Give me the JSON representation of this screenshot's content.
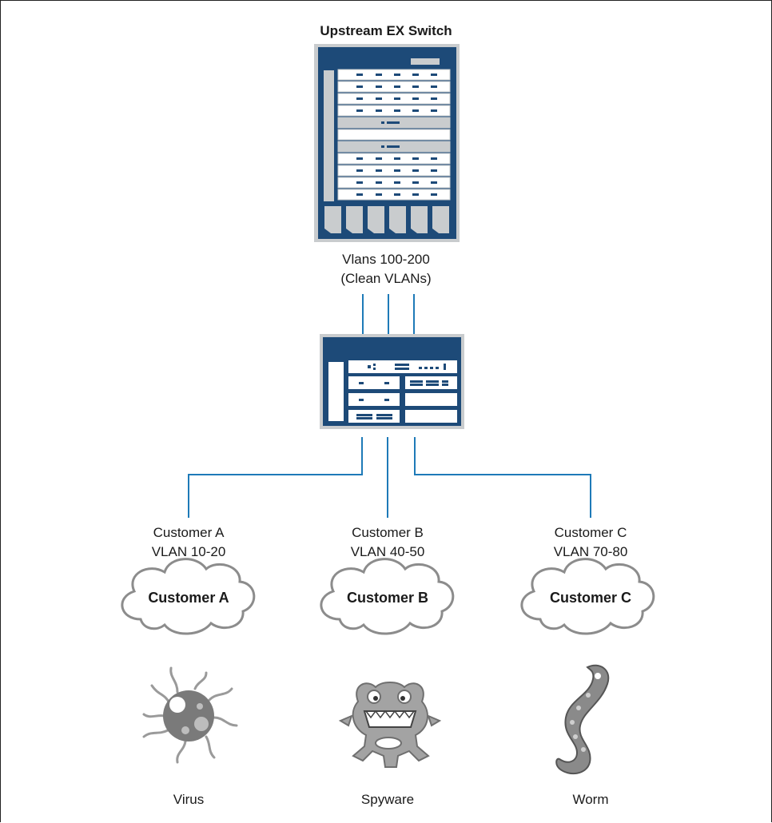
{
  "upstream": {
    "title": "Upstream EX Switch",
    "vlans_line1": "Vlans 100-200",
    "vlans_line2": "(Clean VLANs)"
  },
  "customers": [
    {
      "name": "Customer A",
      "vlan": "VLAN 10-20",
      "cloud_label": "Customer A",
      "threat": "Virus",
      "threat_icon": "virus-icon"
    },
    {
      "name": "Customer B",
      "vlan": "VLAN 40-50",
      "cloud_label": "Customer B",
      "threat": "Spyware",
      "threat_icon": "spyware-icon"
    },
    {
      "name": "Customer C",
      "vlan": "VLAN 70-80",
      "cloud_label": "Customer C",
      "threat": "Worm",
      "threat_icon": "worm-icon"
    }
  ],
  "colors": {
    "device_navy": "#1d4a78",
    "link_blue": "#1e7ab8",
    "panel_gray": "#c9ccce",
    "cloud_stroke": "#8c8c8c",
    "icon_gray": "#9a9a9a"
  }
}
